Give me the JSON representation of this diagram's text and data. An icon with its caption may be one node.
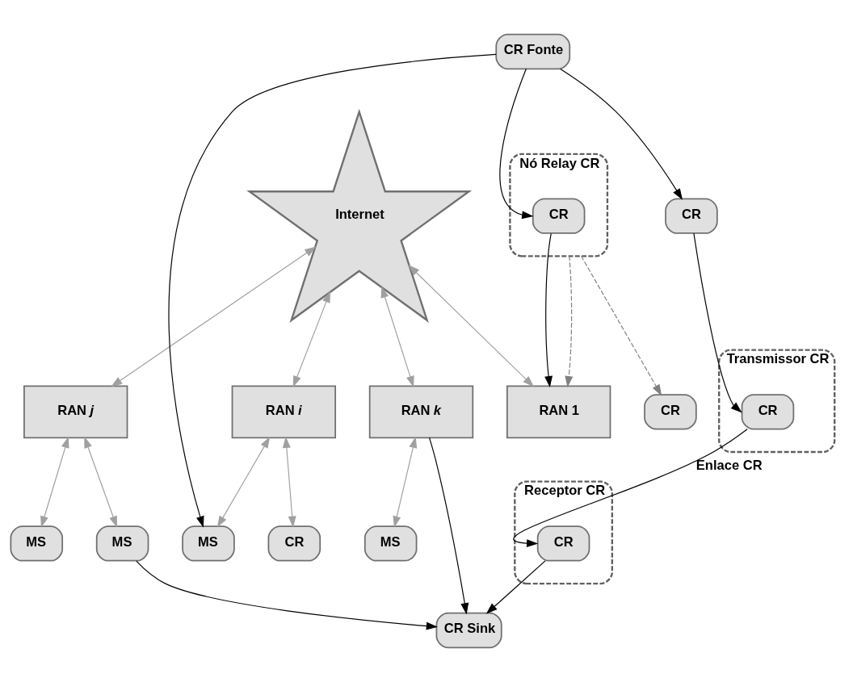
{
  "diagram": {
    "nodes": [
      {
        "text": [
          "CR"
        ]
      },
      {
        "text": [
          "RAN 1"
        ]
      },
      {
        "text": [
          "Internet"
        ]
      },
      {
        "text": [
          "Nó Relay CR"
        ]
      },
      {
        "text": [
          "CR"
        ],
        "in": 3
      },
      {
        "text": [
          "RAN *i*"
        ]
      },
      {
        "text": [
          "MS"
        ]
      },
      {
        "text": [
          "CR"
        ]
      },
      {
        "text": [
          "CR Fonte"
        ]
      },
      {
        "text": [
          "RAN *j*"
        ]
      },
      {
        "text": [
          "RAN *k*"
        ]
      },
      {
        "text": [
          "MS"
        ]
      },
      {
        "text": [
          "MS"
        ]
      },
      {
        "text": [
          "MS"
        ]
      },
      {
        "text": [
          "CR"
        ]
      },
      {
        "text": [
          "CR Sink"
        ]
      },
      {
        "text": [
          "Transmissor CR"
        ]
      },
      {
        "text": [
          "CR"
        ],
        "in": 16
      },
      {
        "text": [
          "Receptor CR"
        ]
      },
      {
        "text": [
          "CR"
        ],
        "in": 18
      }
    ],
    "edges": [
      {
        "from": 3,
        "to": 0,
        "arrow": "to",
        "style": "dashed",
        "color": "#808080"
      },
      {
        "from": 4,
        "to": 1,
        "arrow": "to"
      },
      {
        "from": 3,
        "to": 1,
        "arrow": "to",
        "style": "dashed",
        "color": "#808080"
      },
      {
        "from": 2,
        "to": 1,
        "arrow": "both",
        "color": "#a0a0a0"
      },
      {
        "from": 2,
        "to": 5,
        "arrow": "both",
        "color": "#a0a0a0"
      },
      {
        "from": 2,
        "to": 9,
        "arrow": "both",
        "color": "#a0a0a0"
      },
      {
        "from": 2,
        "to": 10,
        "arrow": "both",
        "color": "#a0a0a0"
      },
      {
        "from": 5,
        "to": 6,
        "arrow": "both",
        "color": "#a0a0a0"
      },
      {
        "from": 5,
        "to": 7,
        "arrow": "both",
        "color": "#a0a0a0"
      },
      {
        "from": 8,
        "to": 4,
        "arrow": "to"
      },
      {
        "from": 8,
        "to": 6,
        "arrow": "to"
      },
      {
        "from": 8,
        "to": 14,
        "arrow": "to"
      },
      {
        "from": 9,
        "to": 11,
        "arrow": "both",
        "color": "#a0a0a0"
      },
      {
        "from": 9,
        "to": 12,
        "arrow": "both",
        "color": "#a0a0a0"
      },
      {
        "from": 10,
        "to": 13,
        "arrow": "both",
        "color": "#a0a0a0"
      },
      {
        "from": 10,
        "to": 15,
        "arrow": "to"
      },
      {
        "from": 12,
        "to": 15,
        "arrow": "to"
      },
      {
        "from": 14,
        "to": 17,
        "arrow": "to"
      },
      {
        "from": 17,
        "to": 19,
        "arrow": "to",
        "label": "Enlace CR"
      },
      {
        "from": 19,
        "to": 15,
        "arrow": "to"
      }
    ]
  }
}
